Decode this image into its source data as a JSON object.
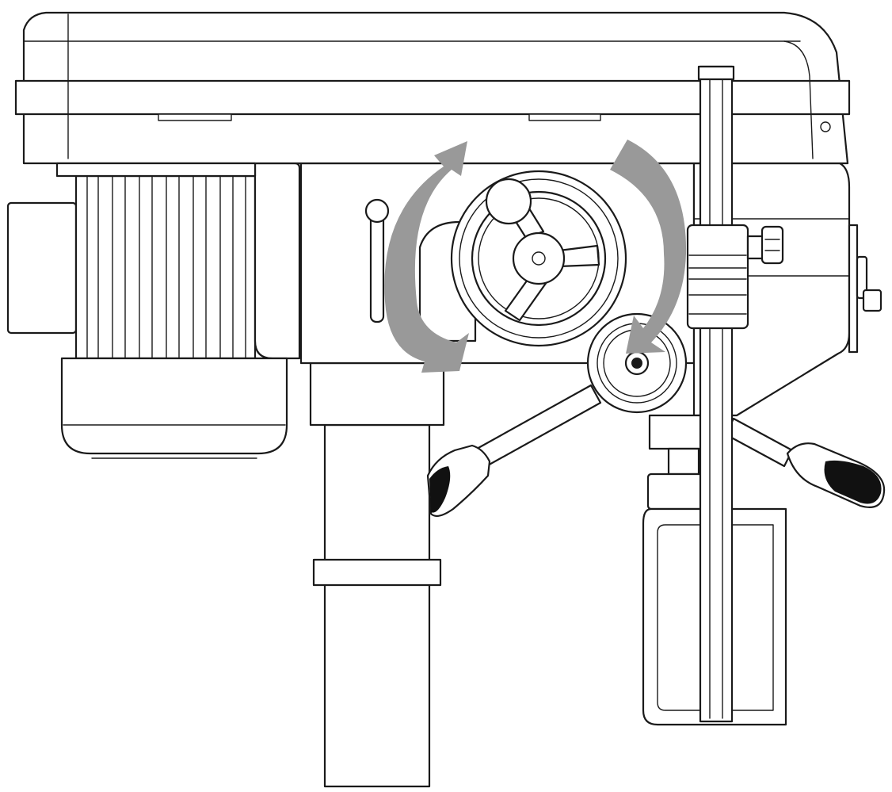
{
  "colors": {
    "line": "#1a1a1a",
    "arrow": "#999999",
    "grip": "#111111",
    "background": "#ffffff"
  },
  "rotation_arrows": [
    {
      "name": "left-handwheel-arrow",
      "direction": "clockwise"
    },
    {
      "name": "right-knob-arrow",
      "direction": "clockwise"
    }
  ]
}
